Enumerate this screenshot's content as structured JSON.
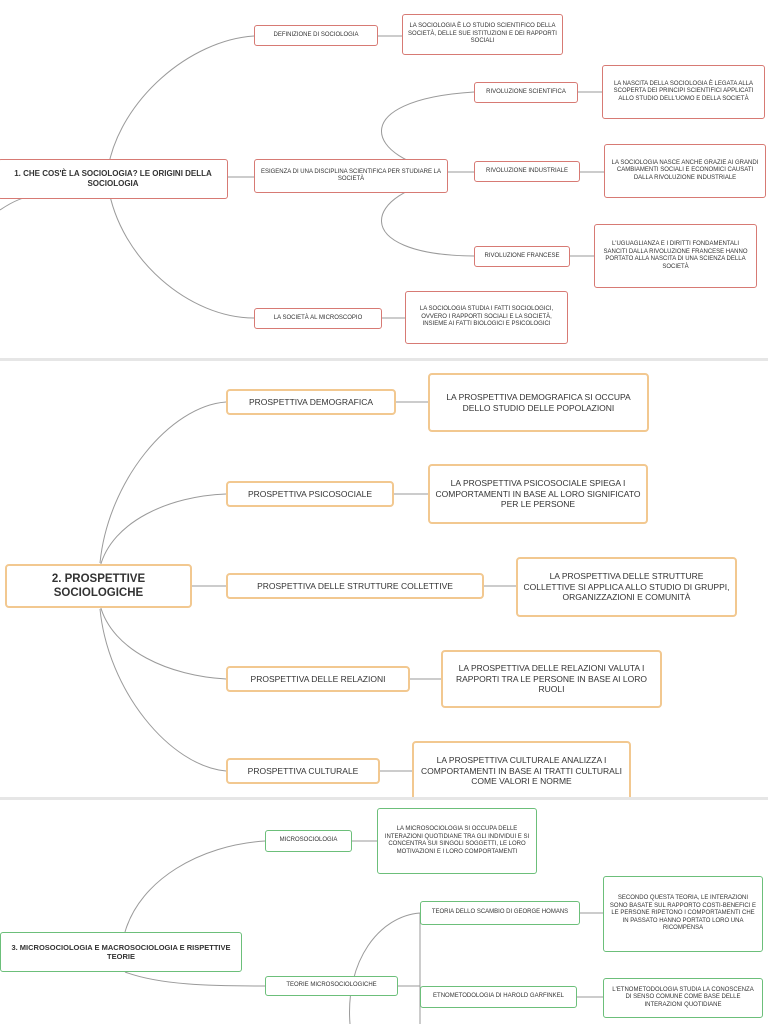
{
  "panel1": {
    "root": "1. CHE COS'È LA SOCIOLOGIA? LE ORIGINI DELLA SOCIOLOGIA",
    "definizione": "DEFINIZIONE DI SOCIOLOGIA",
    "definizione_desc": "LA SOCIOLOGIA È LO STUDIO SCIENTIFICO DELLA SOCIETÀ, DELLE SUE ISTITUZIONI E DEI RAPPORTI SOCIALI",
    "esigenza": "ESIGENZA DI UNA DISCIPLINA SCIENTIFICA PER STUDIARE LA SOCIETÀ",
    "rivoluzione_scientifica": "RIVOLUZIONE SCIENTIFICA",
    "rivoluzione_scientifica_desc": "LA NASCITA DELLA SOCIOLOGIA È LEGATA ALLA SCOPERTA DEI PRINCIPI SCIENTIFICI APPLICATI ALLO STUDIO DELL'UOMO E DELLA SOCIETÀ",
    "rivoluzione_industriale": "RIVOLUZIONE INDUSTRIALE",
    "rivoluzione_industriale_desc": "LA SOCIOLOGIA NASCE ANCHE GRAZIE AI GRANDI CAMBIAMENTI SOCIALI E ECONOMICI CAUSATI DALLA RIVOLUZIONE INDUSTRIALE",
    "rivoluzione_francese": "RIVOLUZIONE FRANCESE",
    "rivoluzione_francese_desc": "L'UGUAGLIANZA E I DIRITTI FONDAMENTALI SANCITI DALLA RIVOLUZIONE FRANCESE HANNO PORTATO ALLA NASCITA DI UNA SCIENZA DELLA SOCIETÀ",
    "microscopio": "LA SOCIETÀ AL MICROSCOPIO",
    "microscopio_desc": "LA SOCIOLOGIA STUDIA I FATTI SOCIOLOGICI, OVVERO I RAPPORTI SOCIALI E LA SOCIETÀ, INSIEME AI FATTI BIOLOGICI E PSICOLOGICI"
  },
  "panel2": {
    "root": "2. PROSPETTIVE SOCIOLOGICHE",
    "demografica": "PROSPETTIVA DEMOGRAFICA",
    "demografica_desc": "LA PROSPETTIVA DEMOGRAFICA SI OCCUPA DELLO STUDIO DELLE POPOLAZIONI",
    "psicosociale": "PROSPETTIVA PSICOSOCIALE",
    "psicosociale_desc": "LA PROSPETTIVA PSICOSOCIALE SPIEGA I COMPORTAMENTI IN BASE AL LORO SIGNIFICATO PER LE PERSONE",
    "strutture": "PROSPETTIVA DELLE STRUTTURE COLLETTIVE",
    "strutture_desc": "LA PROSPETTIVA DELLE STRUTTURE COLLETTIVE SI APPLICA ALLO STUDIO DI GRUPPI, ORGANIZZAZIONI E COMUNITÀ",
    "relazioni": "PROSPETTIVA DELLE RELAZIONI",
    "relazioni_desc": "LA PROSPETTIVA DELLE RELAZIONI VALUTA I RAPPORTI TRA LE PERSONE IN BASE AI LORO RUOLI",
    "culturale": "PROSPETTIVA CULTURALE",
    "culturale_desc": "LA PROSPETTIVA CULTURALE ANALIZZA I COMPORTAMENTI IN BASE AI TRATTI CULTURALI COME VALORI E NORME"
  },
  "panel3": {
    "root": "3. MICROSOCIOLOGIA E MACROSOCIOLOGIA E RISPETTIVE TEORIE",
    "micro": "MICROSOCIOLOGIA",
    "micro_desc": "LA MICROSOCIOLOGIA SI OCCUPA DELLE INTERAZIONI QUOTIDIANE TRA GLI INDIVIDUI E SI CONCENTRA SUI SINGOLI SOGGETTI, LE LORO MOTIVAZIONI E I LORO COMPORTAMENTI",
    "homans": "TEORIA DELLO SCAMBIO DI GEORGE HOMANS",
    "homans_desc": "SECONDO QUESTA TEORIA, LE INTERAZIONI SONO BASATE SUL RAPPORTO COSTI-BENEFICI E LE PERSONE RIPETONO I COMPORTAMENTI CHE IN PASSATO HANNO PORTATO LORO UNA RICOMPENSA",
    "teorie_micro": "TEORIE MICROSOCIOLOGICHE",
    "garfinkel": "ETNOMETODOLOGIA DI HAROLD GARFINKEL",
    "garfinkel_desc": "L'ETNOMETODOLOGIA STUDIA LA CONOSCENZA DI SENSO COMUNE COME BASE DELLE INTERAZIONI QUOTIDIANE"
  },
  "colors": {
    "panel1_accent": "#d77a74",
    "panel2_accent": "#f2c890",
    "panel3_accent": "#6cbf7a",
    "connector": "#9a9a9a"
  }
}
